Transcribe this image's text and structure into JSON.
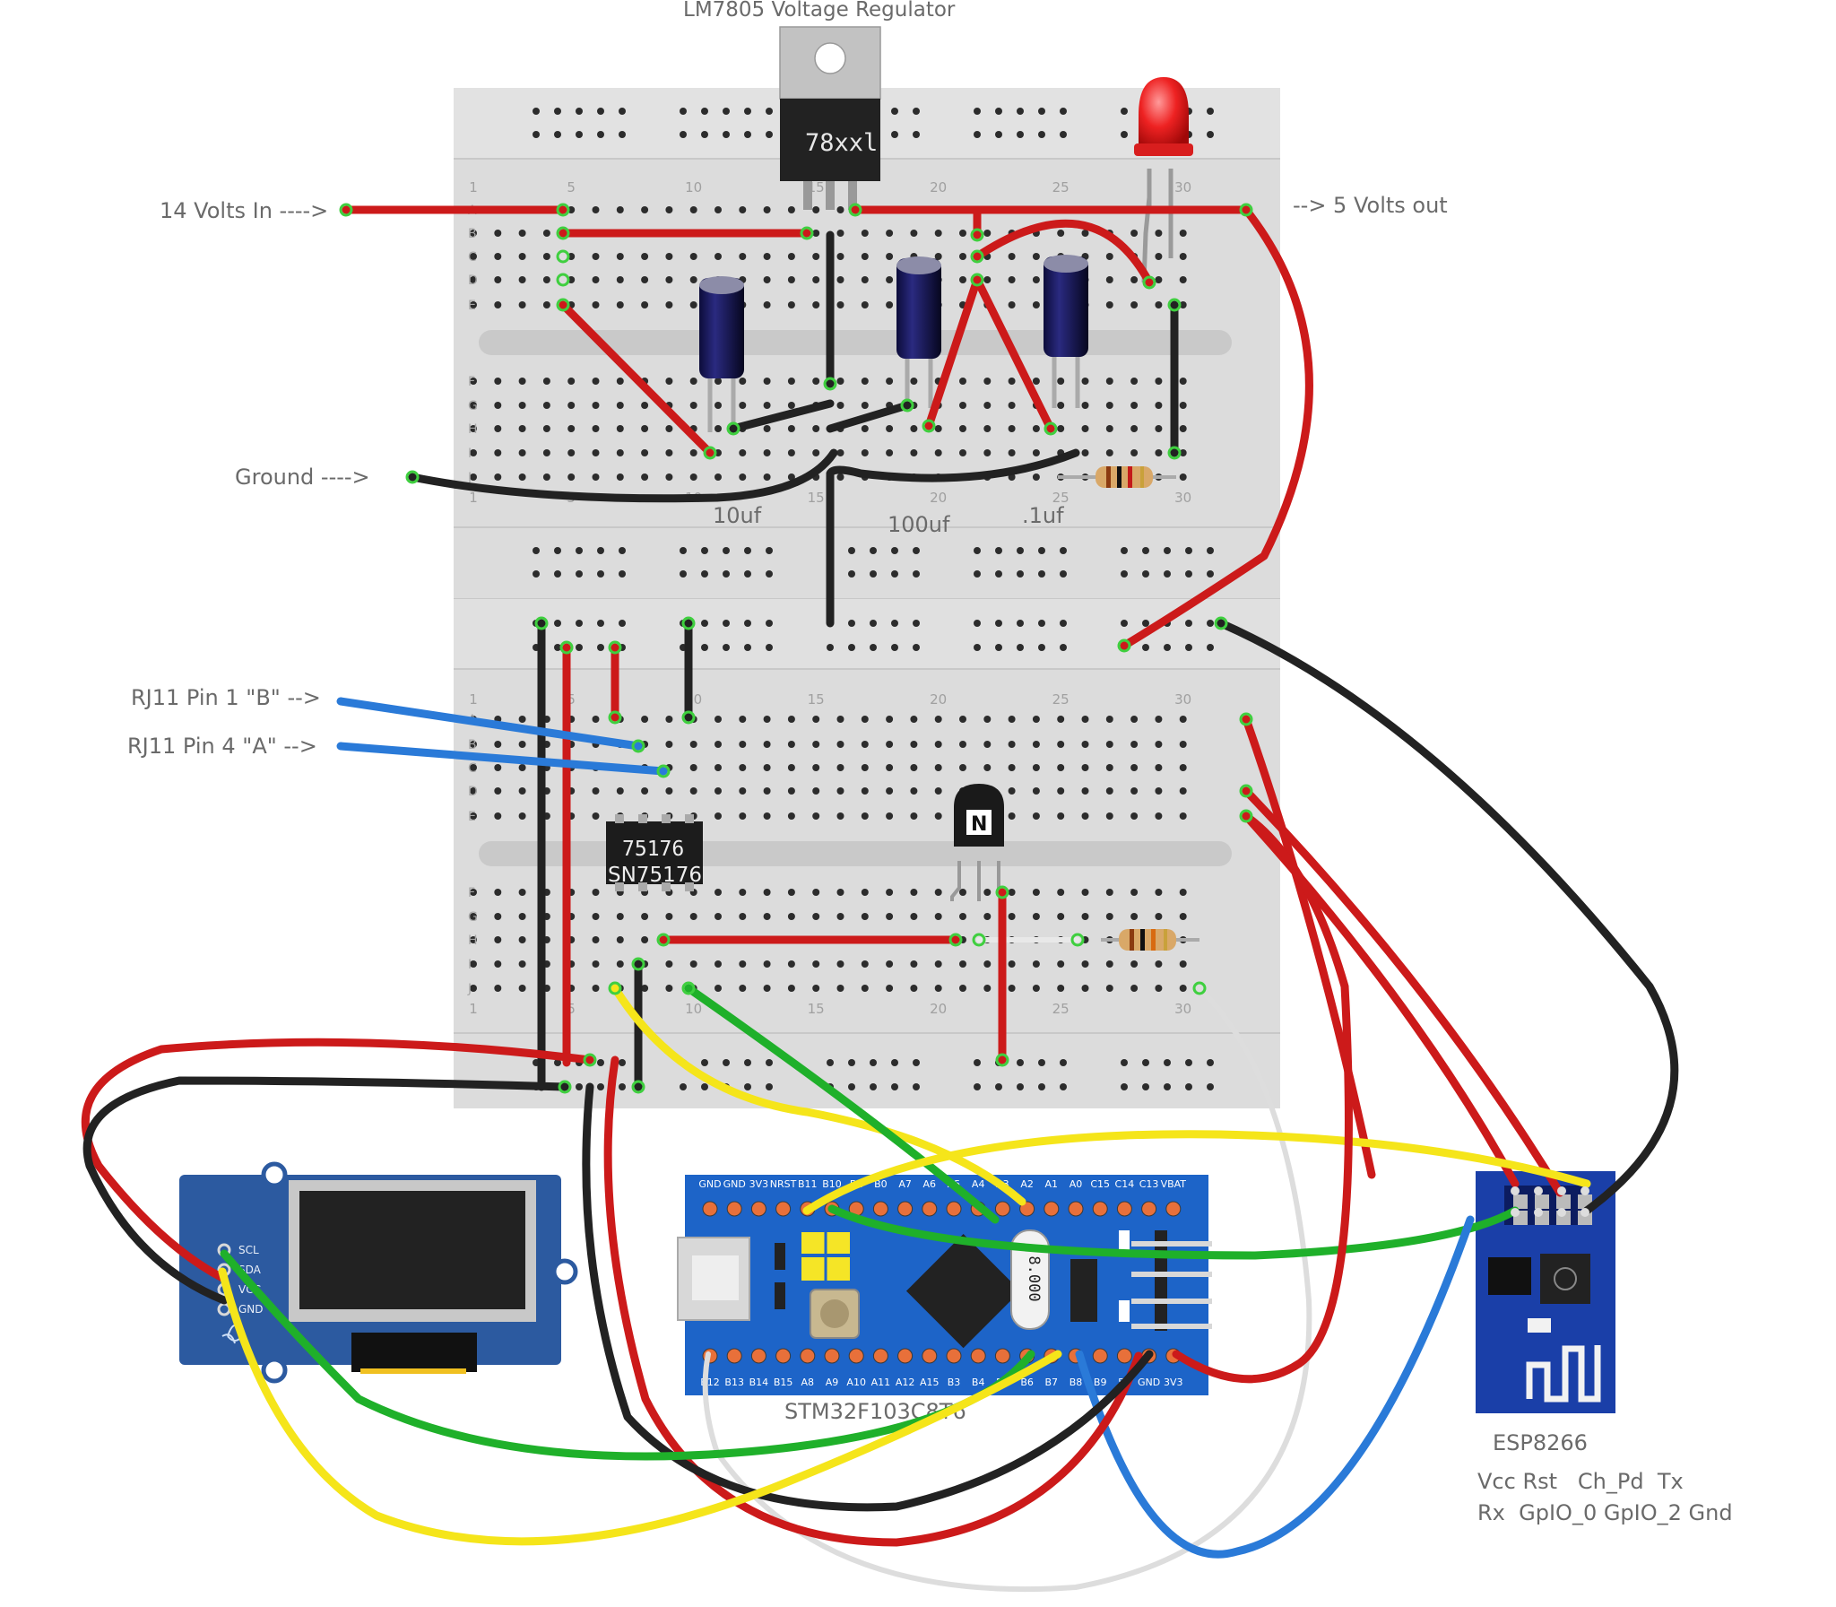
{
  "labels": {
    "regulator_title": "LM7805 Voltage Regulator",
    "regulator_mark": "78xxl",
    "volts_in": "14 Volts In ---->",
    "volts_out": "--> 5 Volts out",
    "ground": "Ground ---->",
    "cap1": "10uf",
    "cap2": "100uf",
    "cap3": ".1uf",
    "rj11_b": "RJ11 Pin 1 \"B\" -->",
    "rj11_a": "RJ11 Pin 4 \"A\" -->",
    "ic_mark1": "75176",
    "ic_mark2": "SN75176",
    "transistor_mark": "N",
    "stm_name": "STM32F103C8T6",
    "stm_crystal": "8.000",
    "esp_name": "ESP8266",
    "esp_pins_top": "Vcc Rst   Ch_Pd  Tx",
    "esp_pins_bottom": "Rx  GpIO_0 GpIO_2 Gnd",
    "oled_pins": [
      "SCL",
      "SDA",
      "VCC",
      "GND"
    ]
  },
  "breadboard": {
    "column_numbers": [
      "1",
      "5",
      "10",
      "15",
      "20",
      "25",
      "30"
    ],
    "row_letters_top": [
      "A",
      "B",
      "C",
      "D",
      "E"
    ],
    "row_letters_bottom": [
      "F",
      "G",
      "H",
      "I",
      "J"
    ]
  },
  "stm_pins_top": [
    "GND",
    "GND",
    "3V3",
    "NRST",
    "B11",
    "B10",
    "B1",
    "B0",
    "A7",
    "A6",
    "A5",
    "A4",
    "A3",
    "A2",
    "A1",
    "A0",
    "C15",
    "C14",
    "C13",
    "VBAT"
  ],
  "stm_pins_bottom": [
    "B12",
    "B13",
    "B14",
    "B15",
    "A8",
    "A9",
    "A10",
    "A11",
    "A12",
    "A15",
    "B3",
    "B4",
    "B5",
    "B6",
    "B7",
    "B8",
    "B9",
    "5V",
    "GND",
    "3V3"
  ],
  "colors": {
    "wire_red": "#cc1a1a",
    "wire_black": "#222222",
    "wire_blue": "#2a7ad8",
    "wire_yellow": "#f5e51a",
    "wire_green": "#1fb02a",
    "wire_white": "#d8d8d8",
    "board_blue": "#1d64c8",
    "esp_blue": "#1a3fa8",
    "oled_blue": "#2c5aa0"
  }
}
